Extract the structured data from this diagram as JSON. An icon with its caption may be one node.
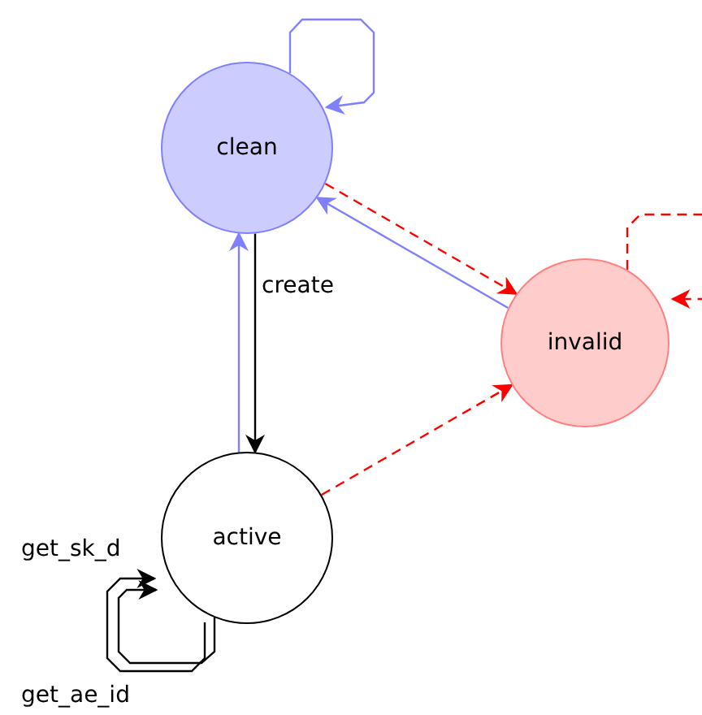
{
  "diagram": {
    "nodes": [
      {
        "text": [
          "clean"
        ]
      },
      {
        "text": [
          "invalid"
        ]
      },
      {
        "text": [
          "active"
        ]
      }
    ],
    "edges": [
      {
        "from": 0,
        "to": 0,
        "arrow": "to",
        "color": "#8080ff"
      },
      {
        "from": 0,
        "to": 1,
        "arrow": "to",
        "style": "dashed",
        "color": "#ff0000"
      },
      {
        "from": 1,
        "to": 0,
        "arrow": "to",
        "color": "#8080ff"
      },
      {
        "from": 0,
        "to": 2,
        "arrow": "to",
        "label": "create",
        "color": "#000000"
      },
      {
        "from": 2,
        "to": 0,
        "arrow": "to",
        "color": "#8080ff"
      },
      {
        "from": 2,
        "to": 1,
        "arrow": "to",
        "style": "dashed",
        "color": "#ff0000"
      },
      {
        "from": 1,
        "to": 1,
        "arrow": "to",
        "style": "dashed",
        "color": "#ff0000"
      },
      {
        "from": 2,
        "to": 2,
        "arrow": "to",
        "label": "get_sk_d",
        "color": "#000000"
      },
      {
        "from": 2,
        "to": 2,
        "arrow": "to",
        "label": "get_ae_id",
        "color": "#000000"
      }
    ]
  }
}
